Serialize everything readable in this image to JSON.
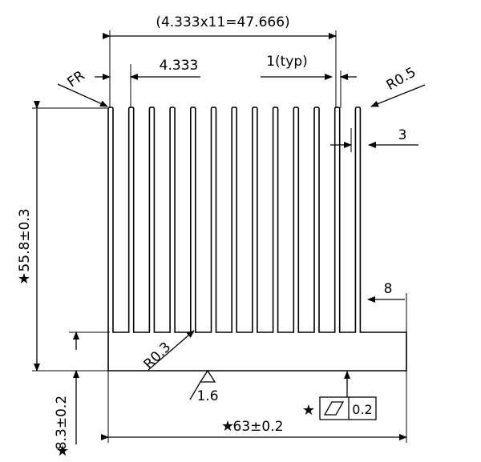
{
  "drawing": {
    "type": "heatsink-profile",
    "fin_count": 13,
    "dimensions": {
      "pitch_total": "(4.333x11=47.666)",
      "pitch": "4.333",
      "fin_thickness": "1(typ)",
      "fr_label": "FR",
      "tip_radius": "R0.5",
      "end_gap": "3",
      "end_offset": "8",
      "height": "55.8±0.3",
      "base_height": "8.3±0.2",
      "root_radius": "R0.3",
      "surface_finish": "1.6",
      "width": "63±0.2",
      "flatness_tolerance": "0.2"
    },
    "critical_marker": "★"
  }
}
